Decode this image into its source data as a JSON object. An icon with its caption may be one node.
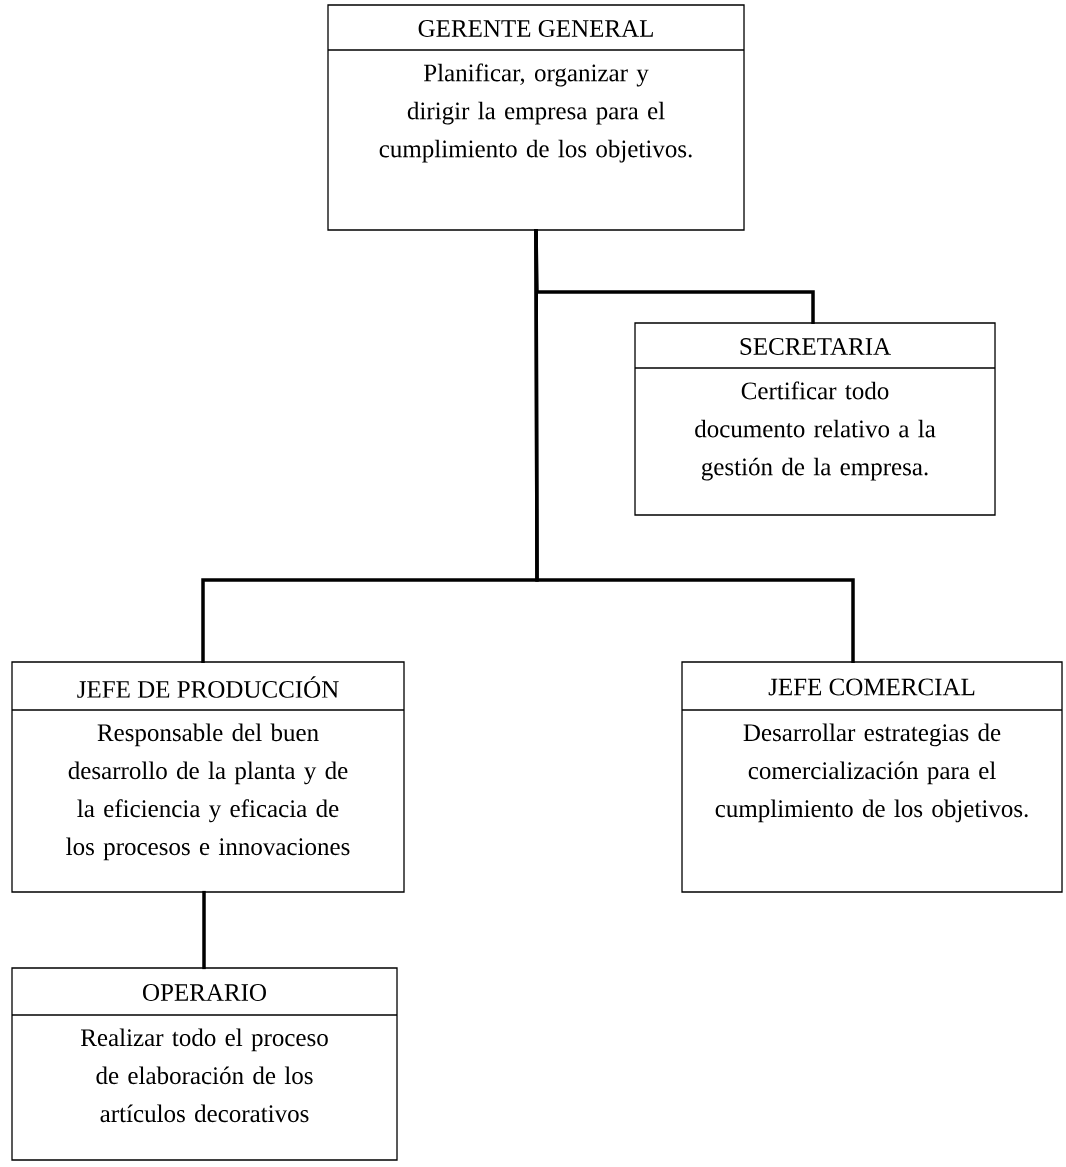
{
  "diagram": {
    "nodes": [
      {
        "text": [
          "GERENTE GENERAL",
          "Planificar, organizar y dirigir la empresa para el cumplimiento de los objetivos."
        ]
      },
      {
        "text": [
          "SECRETARIA",
          "Certificar todo documento relativo a la gestión de la empresa."
        ]
      },
      {
        "text": [
          "JEFE DE PRODUCCIÓN",
          "Responsable del buen desarrollo de la planta y de la eficiencia y eficacia de los procesos e innovaciones"
        ]
      },
      {
        "text": [
          "JEFE COMERCIAL",
          "Desarrollar estrategias de comercialización para el cumplimiento de los objetivos."
        ]
      },
      {
        "text": [
          "OPERARIO",
          "Realizar todo el proceso de elaboración de los artículos decorativos"
        ]
      }
    ],
    "edges": [
      {
        "from": 0,
        "to": 1,
        "arrow": "none"
      },
      {
        "from": 0,
        "to": 2,
        "arrow": "none"
      },
      {
        "from": 0,
        "to": 3,
        "arrow": "none"
      },
      {
        "from": 2,
        "to": 4,
        "arrow": "none"
      }
    ]
  }
}
